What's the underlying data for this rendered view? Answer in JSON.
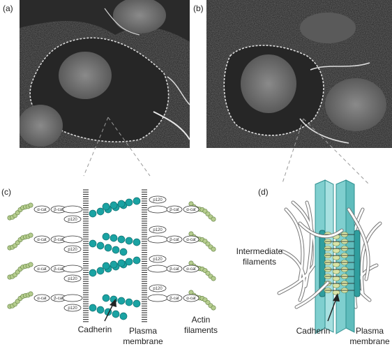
{
  "panels": {
    "a": "(a)",
    "b": "(b)",
    "c": "(c)",
    "d": "(d)"
  },
  "proteins": {
    "alpha_catenin": "α-cat",
    "beta_catenin": "β-cat",
    "p120": "p120"
  },
  "labels_c": {
    "cadherin": "Cadherin",
    "plasma_line1": "Plasma",
    "plasma_line2": "membrane",
    "actin_line1": "Actin",
    "actin_line2": "filaments"
  },
  "labels_d": {
    "intermediate_line1": "Intermediate",
    "intermediate_line2": "filaments",
    "cadherin": "Cadherin",
    "plasma_line1": "Plasma",
    "plasma_line2": "membrane"
  },
  "colors": {
    "micrograph_bg": "#1a1a1a",
    "cadherin_teal": "#1aa3a3",
    "actin_green": "#b5cc8e",
    "membrane_teal": "#7fcfcf",
    "membrane_dark": "#2f8f8f"
  }
}
